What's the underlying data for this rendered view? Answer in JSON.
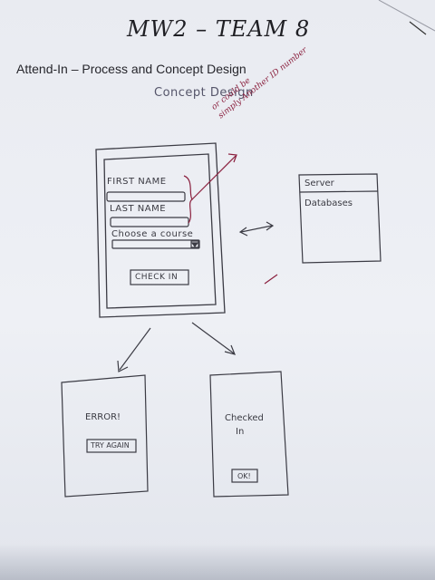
{
  "header": {
    "title": "MW2 – TEAM 8",
    "subtitle": "Attend-In – Process and Concept Design",
    "section": "Concept Design"
  },
  "note": {
    "line1": "or could be",
    "line2": "simply Another ID number"
  },
  "form": {
    "first_name": "FIRST NAME",
    "last_name": "LAST NAME",
    "course_label": "Choose a course",
    "check_in": "CHECK IN"
  },
  "server": {
    "title": "Server",
    "item": "Databases"
  },
  "error_screen": {
    "message": "ERROR!",
    "button": "TRY AGAIN"
  },
  "success_screen": {
    "line1": "Checked",
    "line2": "In",
    "button": "OK!"
  }
}
